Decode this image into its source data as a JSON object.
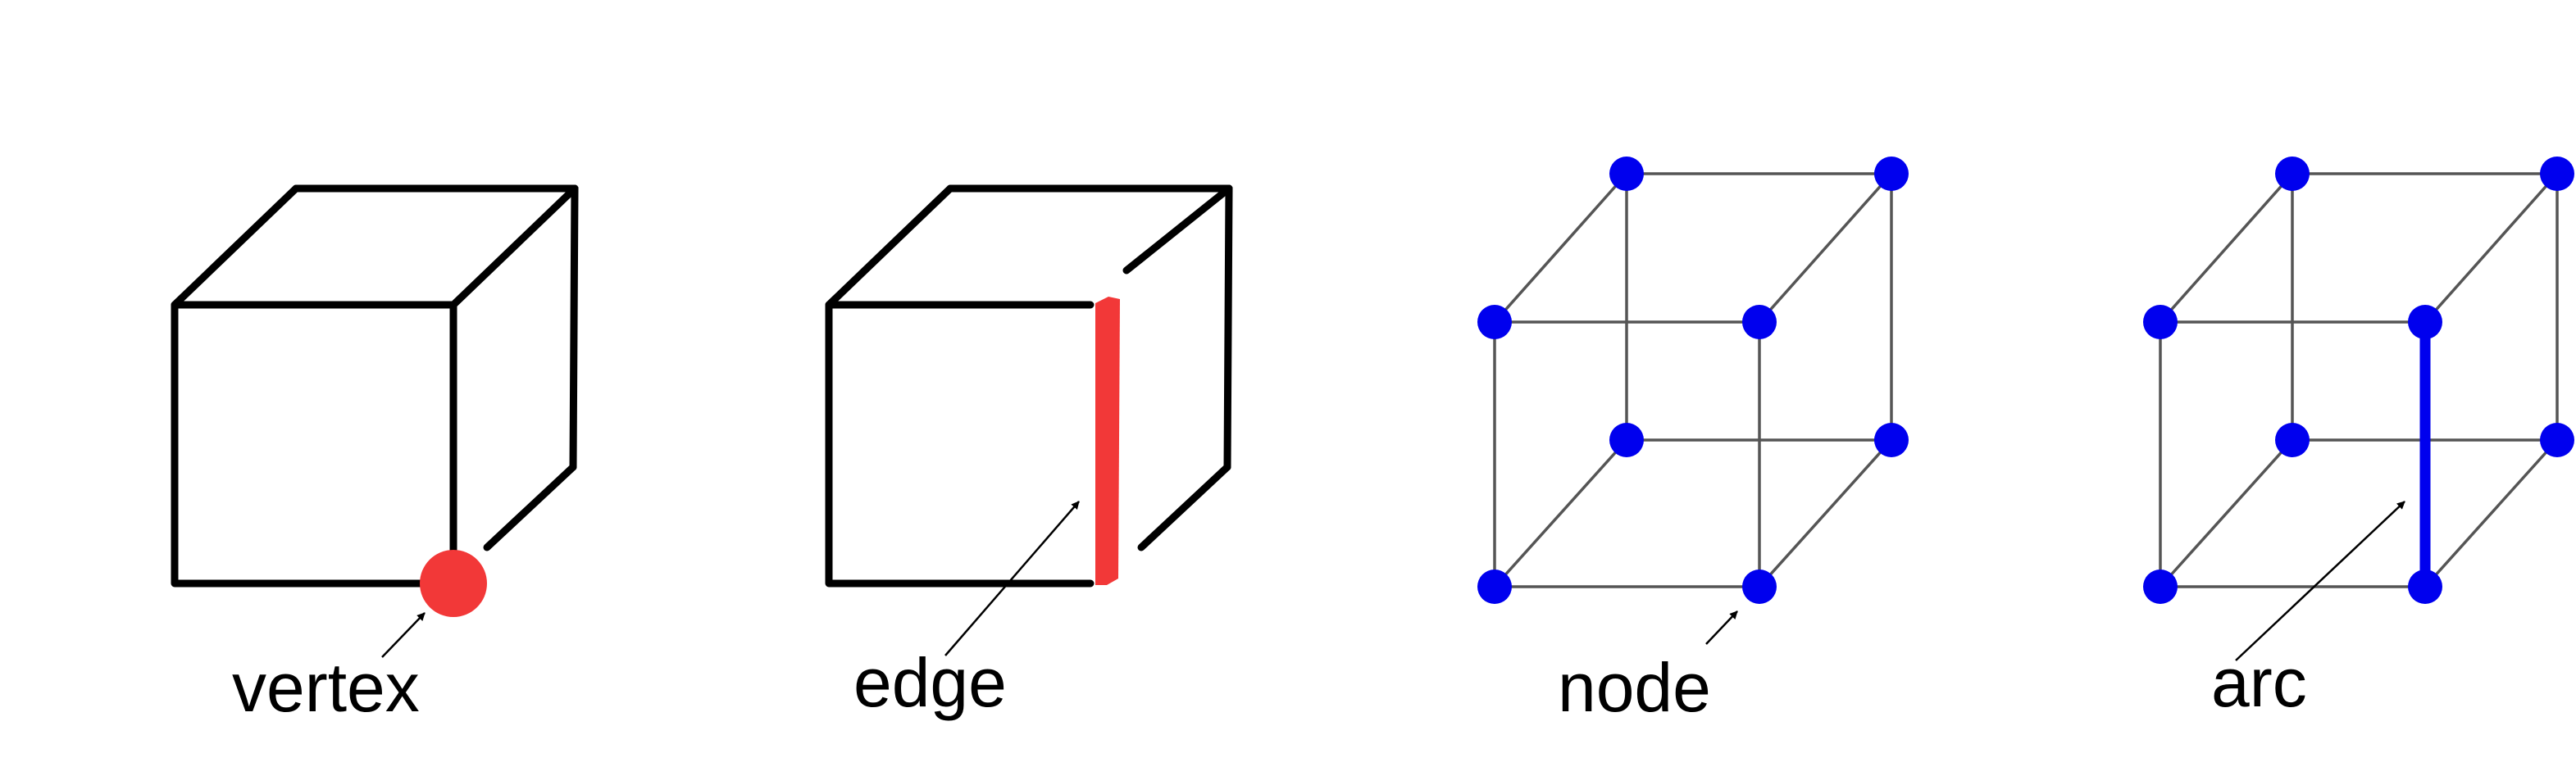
{
  "labels": {
    "vertex": "vertex",
    "edge": "edge",
    "node": "node",
    "arc": "arc"
  },
  "colors": {
    "solid_outline": "#000000",
    "highlight_red": "#f23838",
    "wireframe_line": "#555555",
    "node_blue": "#0000ee",
    "arc_blue": "#0000ee",
    "pointer_arrow": "#000000"
  }
}
